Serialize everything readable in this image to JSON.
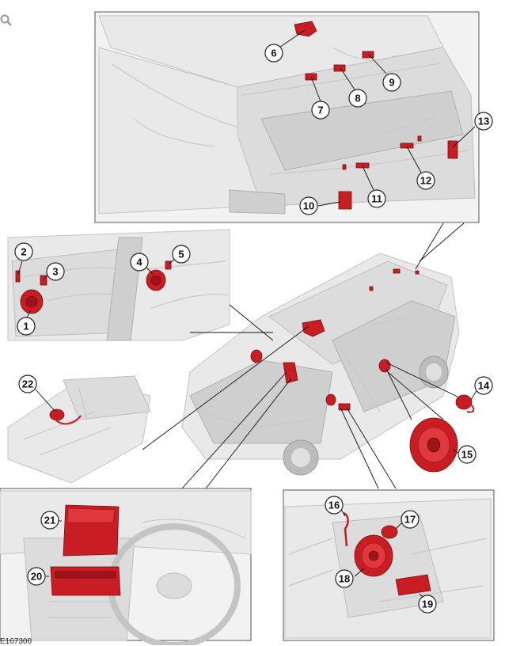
{
  "document_ref": "E167300",
  "icons": {
    "zoom": "magnifier-icon"
  },
  "callouts": [
    "1",
    "2",
    "3",
    "4",
    "5",
    "6",
    "7",
    "8",
    "9",
    "10",
    "11",
    "12",
    "13",
    "14",
    "15",
    "16",
    "17",
    "18",
    "19",
    "20",
    "21",
    "22"
  ],
  "colors": {
    "component_red": "#c81e23",
    "line": "#111111",
    "vehicle_grey": "#dcdcdc"
  }
}
